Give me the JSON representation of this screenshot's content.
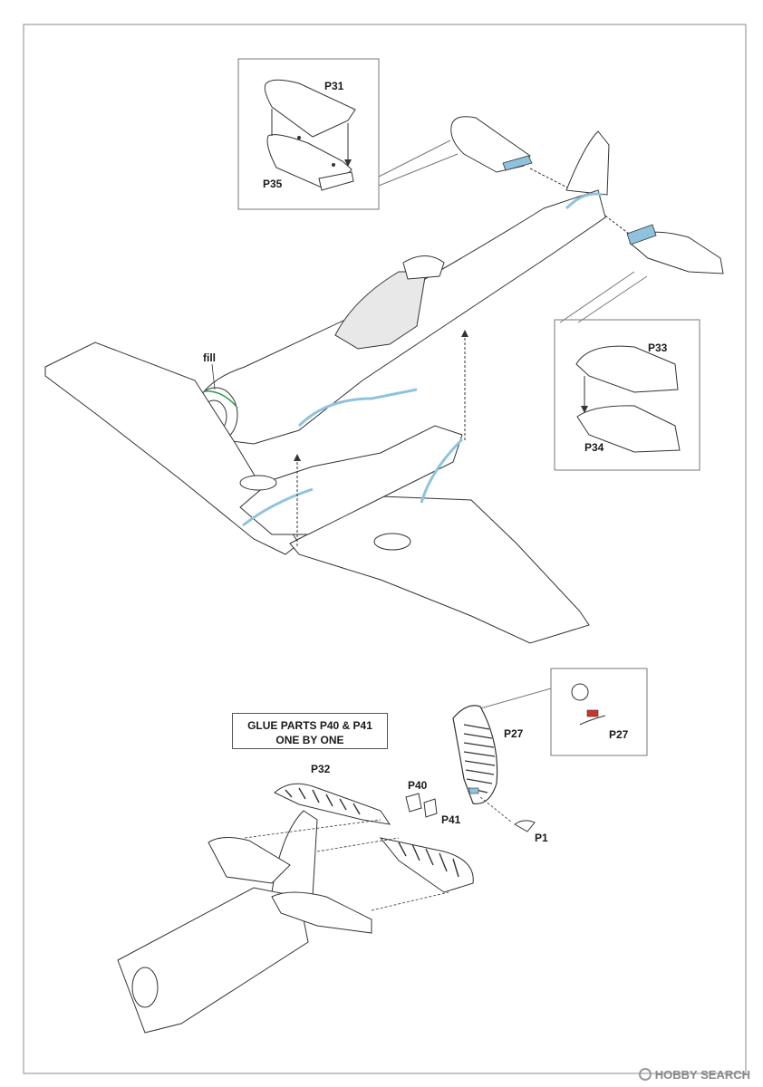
{
  "labels": {
    "p31": "P31",
    "p35": "P35",
    "p33": "P33",
    "p34": "P34",
    "fill": "fill",
    "p32": "P32",
    "p40": "P40",
    "p41": "P41",
    "p27_main": "P27",
    "p27_detail": "P27",
    "p1": "P1"
  },
  "note": {
    "line1": "GLUE PARTS P40 & P41",
    "line2": "ONE BY ONE"
  },
  "watermark": {
    "text": "HOBBY SEARCH"
  },
  "colors": {
    "line": "#3a3a3a",
    "highlight_blue": "#8fc3dd",
    "fill_green": "#2e9b4a",
    "detail_red": "#d0322b",
    "border": "#6a6a6a"
  }
}
